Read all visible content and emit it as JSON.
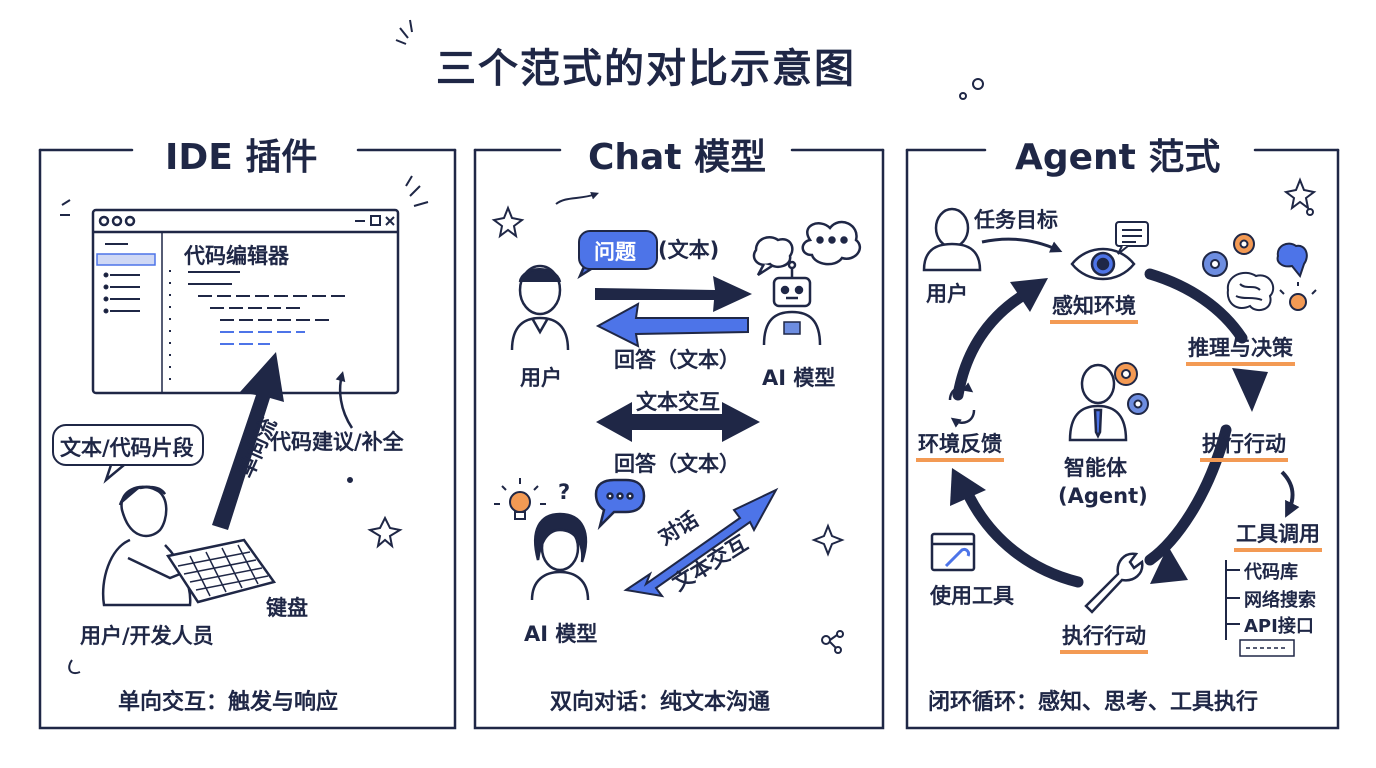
{
  "title": "三个范式的对比示意图",
  "panels": {
    "ide": {
      "title": "IDE 插件",
      "editor_label": "代码编辑器",
      "bubble": "文本/代码片段",
      "flow": "单向流",
      "suggest": "代码建议/补全",
      "keyboard": "键盘",
      "user": "用户/开发人员",
      "bottom": "单向交互：触发与响应"
    },
    "chat": {
      "title": "Chat 模型",
      "question_word": "问题",
      "question_type": "(文本)",
      "answer1": "回答（文本）",
      "user": "用户",
      "ai1": "AI 模型",
      "interact": "文本交互",
      "answer2": "回答（文本）",
      "qmark": "?",
      "dialog": "对话",
      "dialog_text": "文本交互",
      "ai2": "AI 模型",
      "bottom": "双向对话：纯文本沟通"
    },
    "agent": {
      "title": "Agent 范式",
      "goal": "任务目标",
      "user": "用户",
      "perceive": "感知环境",
      "reason": "推理与决策",
      "execute1": "执行行动",
      "tool_call": "工具调用",
      "tools": [
        "代码库",
        "网络搜索",
        "API接口"
      ],
      "execute2": "执行行动",
      "use_tool": "使用工具",
      "feedback": "环境反馈",
      "agent_name": "智能体",
      "agent_en": "(Agent)",
      "bottom": "闭环循环：感知、思考、工具执行"
    }
  },
  "colors": {
    "ink": "#1f2746",
    "blue": "#4d74e8",
    "orange": "#f39a54",
    "gear": "#f39a54",
    "gear2": "#6d8de0"
  }
}
